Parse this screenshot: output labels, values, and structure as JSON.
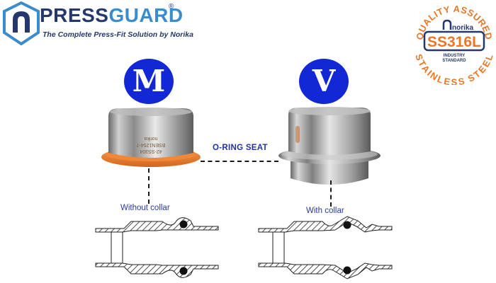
{
  "brand": {
    "name_part1": "PRESS",
    "name_part2": "GUARD",
    "registered_mark": "®",
    "tagline": "The Complete Press-Fit Solution by Norika",
    "colors": {
      "navy": "#24386b",
      "light_blue": "#3b8ccc"
    }
  },
  "badge": {
    "top_arc_text": "QUALITY ASSURED",
    "bottom_arc_text": "STAINLESS STEEL",
    "brand": "norika",
    "grade": "SS316L",
    "sub_line1": "INDUSTRY",
    "sub_line2": "STANDARD",
    "colors": {
      "orange": "#e8772a",
      "navy": "#24386b"
    }
  },
  "profiles": [
    {
      "letter": "M",
      "caption": "Without collar",
      "cap_engraving": [
        "42-SS304",
        "BSEN1254-7",
        "norika"
      ],
      "oring_color": "#e8772a"
    },
    {
      "letter": "V",
      "caption": "With collar"
    }
  ],
  "annotation": {
    "oring_seat": "O-RING SEAT"
  },
  "colors": {
    "circle_blue": "#1228d4",
    "label_blue": "#2233a8"
  }
}
